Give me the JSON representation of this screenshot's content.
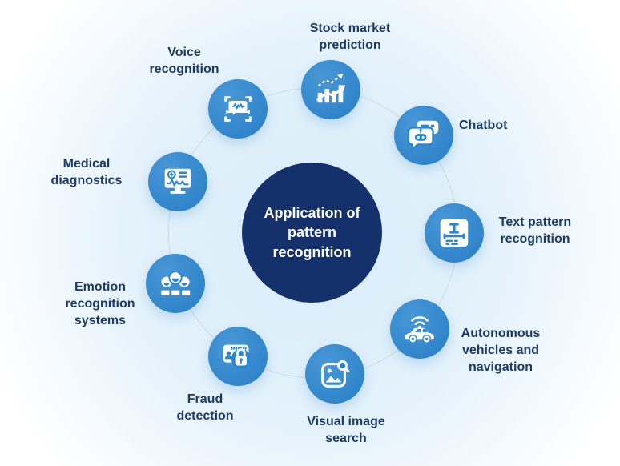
{
  "title": "Application of pattern recognition diagram",
  "center": {
    "title": "Application of pattern recognition"
  },
  "colors": {
    "node-blue": "#2a86d0",
    "center-navy": "#14316b",
    "label-text": "#1d3a66",
    "ring-line": "#b9c6d4",
    "bg-center": "#d7ecf8",
    "bg-edge": "#ffffff"
  },
  "nodes": [
    {
      "id": "stock-market-prediction",
      "label": "Stock market prediction",
      "icon": "growth-chart-icon"
    },
    {
      "id": "chatbot",
      "label": "Chatbot",
      "icon": "chatbot-icon"
    },
    {
      "id": "text-pattern-recognition",
      "label": "Text pattern recognition",
      "icon": "text-pattern-icon"
    },
    {
      "id": "autonomous-vehicles",
      "label": "Autonomous vehicles and navigation",
      "icon": "autonomous-car-icon"
    },
    {
      "id": "visual-image-search",
      "label": "Visual image search",
      "icon": "image-search-icon"
    },
    {
      "id": "fraud-detection",
      "label": "Fraud detection",
      "icon": "fraud-lock-icon"
    },
    {
      "id": "emotion-recognition",
      "label": "Emotion recognition systems",
      "icon": "emotion-faces-icon"
    },
    {
      "id": "medical-diagnostics",
      "label": "Medical diagnostics",
      "icon": "medical-monitor-icon"
    },
    {
      "id": "voice-recognition",
      "label": "Voice recognition",
      "icon": "voice-scan-icon"
    }
  ]
}
